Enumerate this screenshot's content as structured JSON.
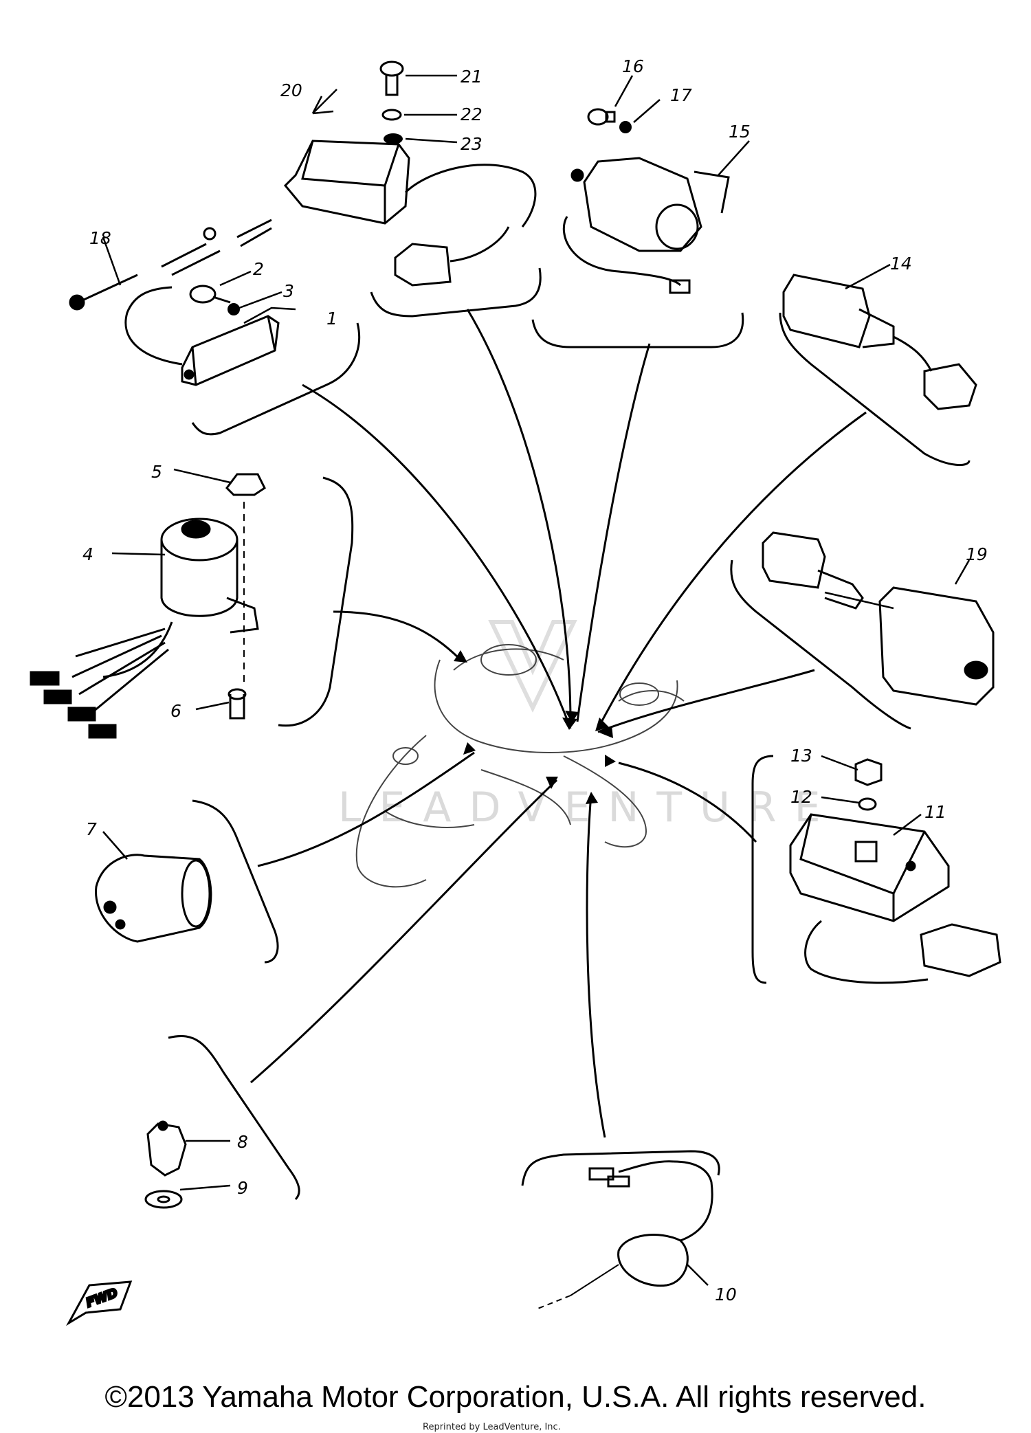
{
  "diagram": {
    "part_numbers": [
      "1",
      "2",
      "3",
      "4",
      "5",
      "6",
      "7",
      "8",
      "9",
      "10",
      "11",
      "12",
      "13",
      "14",
      "15",
      "16",
      "17",
      "18",
      "19",
      "20",
      "21",
      "22",
      "23"
    ],
    "direction_label": "FWD",
    "watermark": "LEADVENTURE",
    "sub_note": "Reprinted by LeadVenture, Inc."
  },
  "footer": {
    "copyright": "©2013 Yamaha Motor Corporation, U.S.A. All rights reserved."
  }
}
